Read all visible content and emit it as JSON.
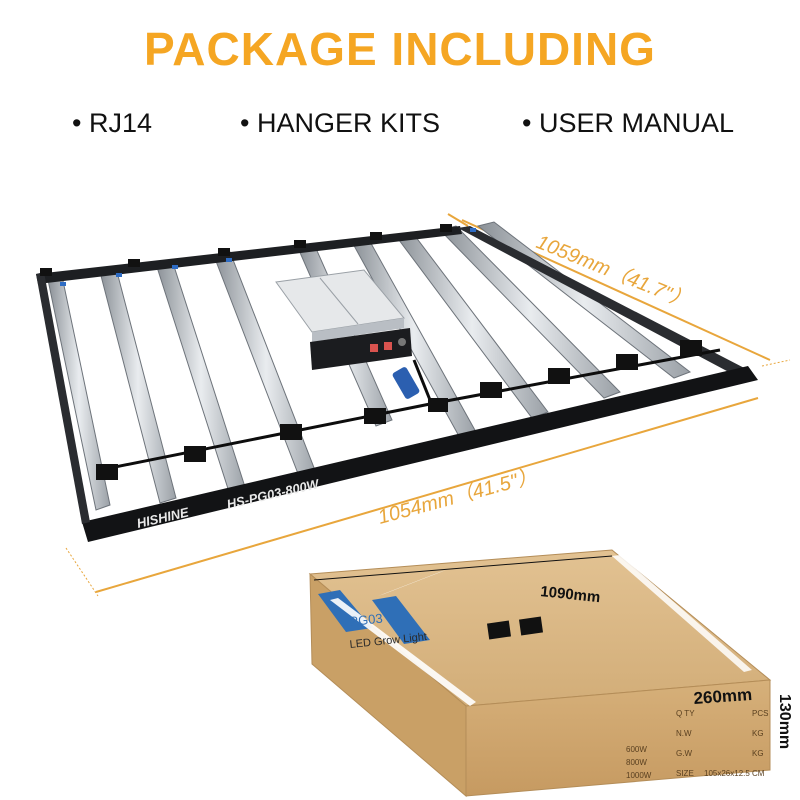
{
  "heading": "PACKAGE INCLUDING",
  "bullets": [
    "• RJ14",
    "• HANGER KITS",
    "• USER MANUAL"
  ],
  "dimensions": {
    "depth": "1059mm（41.7\"）",
    "width": "1054mm（41.5\"）",
    "box_length": "1090mm",
    "box_width": "260mm",
    "box_height": "130mm"
  },
  "fixture": {
    "brand": "HISHINE",
    "model": "HS-PG03-800W"
  },
  "box": {
    "series": "PG03",
    "product": "LED Grow Light",
    "rows": [
      "Q TY",
      "N.W",
      "G.W",
      "SIZE"
    ],
    "units": [
      "PCS",
      "KG",
      "KG",
      "CM"
    ],
    "watt_options": [
      "600W",
      "800W",
      "1000W"
    ],
    "size_value": "105x26x12.5"
  },
  "colors": {
    "heading": "#F5A623",
    "dim_line": "#E8A63C",
    "box": "#D8B482",
    "strap": "#2F6FB7"
  }
}
